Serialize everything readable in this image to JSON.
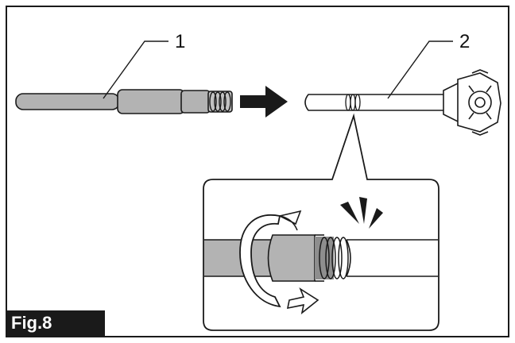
{
  "figure": {
    "label": "Fig.8",
    "callouts": [
      {
        "number": "1",
        "part": "extension-pipe"
      },
      {
        "number": "2",
        "part": "nozzle-pipe"
      }
    ],
    "colors": {
      "line": "#1a1a1a",
      "pipe_fill": "#b3b3b3",
      "pipe_dark": "#8e8e8e",
      "background": "#ffffff"
    },
    "icons": [
      "insert-arrow-icon",
      "rotate-arrow-icon",
      "click-sound-icon"
    ]
  }
}
